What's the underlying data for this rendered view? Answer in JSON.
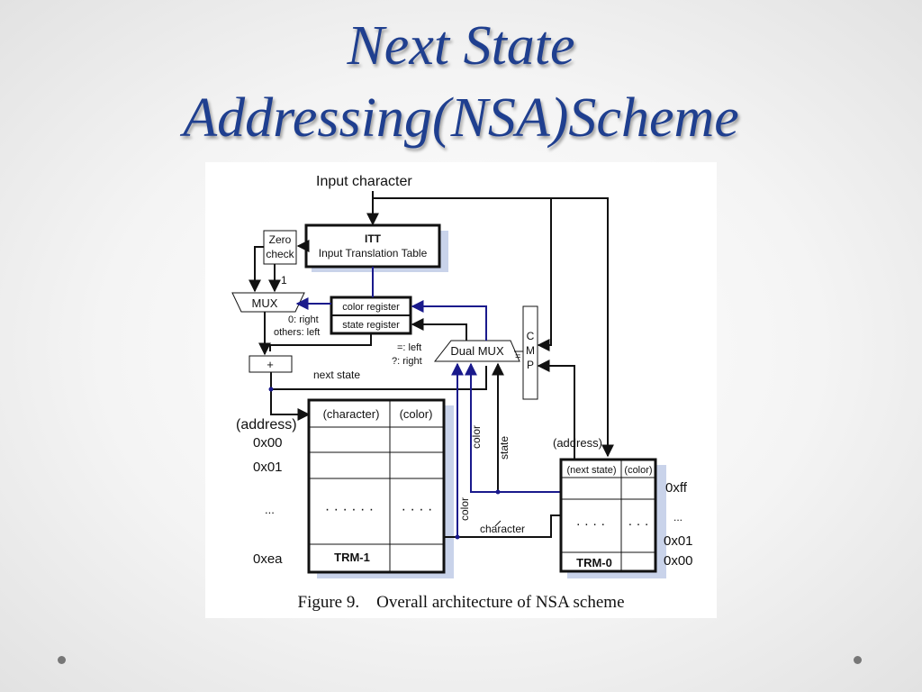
{
  "slide": {
    "title_line1": "Next State",
    "title_line2": "Addressing(NSA)Scheme",
    "title_color": "#1f3f8f"
  },
  "diagram": {
    "input_character": "Input character",
    "itt_title": "ITT",
    "itt_subtitle": "Input Translation Table",
    "zero_check_line1": "Zero",
    "zero_check_line2": "check",
    "one_label": "1",
    "mux": "MUX",
    "mux_rule_1": "0: right",
    "mux_rule_2": "others: left",
    "color_register": "color register",
    "state_register": "state register",
    "dual_mux": "Dual MUX",
    "dual_rule_1": "=: left",
    "dual_rule_2": "?: right",
    "equal_sign": "=",
    "cmp_letters": [
      "C",
      "M",
      "P"
    ],
    "plus": "+",
    "next_state": "next state",
    "trm1": {
      "address_header": "(address)",
      "col_character": "(character)",
      "col_color": "(color)",
      "addresses": [
        "0x00",
        "0x01",
        "...",
        "0xea"
      ],
      "dots_wide": "· · · · · ·",
      "dots_narrow": "· · · ·",
      "name": "TRM-1"
    },
    "trm0": {
      "address_header": "(address)",
      "col_next_state": "(next state)",
      "col_color": "(color)",
      "addresses": [
        "0xff",
        "...",
        "0x01",
        "0x00"
      ],
      "dots_wide": "· · · ·",
      "dots_narrow": "· · ·",
      "name": "TRM-0"
    },
    "wire_color_1": "color",
    "wire_state": "state",
    "wire_color_2": "color",
    "wire_character": "character",
    "wire_blue": "#1a1a8c",
    "shadow_blue": "#c9d3ea"
  },
  "caption": {
    "figure_no": "Figure 9.",
    "text": "Overall architecture of NSA scheme"
  }
}
